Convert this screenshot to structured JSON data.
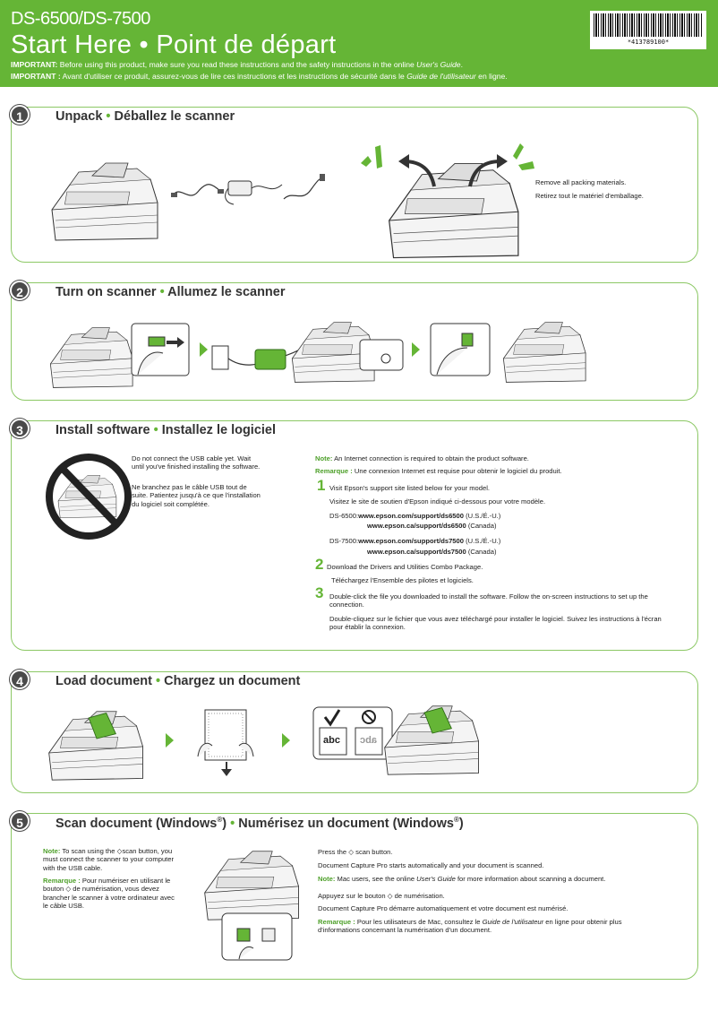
{
  "header": {
    "model": "DS-6500/DS-7500",
    "title": "Start Here • Point de départ",
    "important_en_label": "IMPORTANT:",
    "important_en_text": " Before using this product, make sure you read these instructions and the safety instructions in the online ",
    "important_en_guide": "User's Guide",
    "important_fr_label": "IMPORTANT :",
    "important_fr_text": " Avant d'utiliser ce produit, assurez-vous de lire ces instructions et les instructions de sécurité dans le ",
    "important_fr_guide": "Guide de l'utilisateur",
    "important_fr_end": " en ligne.",
    "barcode_number": "*413789100*"
  },
  "colors": {
    "brand_green": "#65b536",
    "border_green": "#8cc865",
    "badge_gray": "#4a4a4a"
  },
  "steps": [
    {
      "number": "1",
      "title_en": "Unpack",
      "title_fr": "Déballez le scanner",
      "text_en": "Remove all packing materials.",
      "text_fr": "Retirez tout le matériel d'emballage."
    },
    {
      "number": "2",
      "title_en": "Turn on scanner",
      "title_fr": "Allumez le scanner"
    },
    {
      "number": "3",
      "title_en": "Install software",
      "title_fr": "Installez le logiciel",
      "warn_en": "Do not connect the USB cable yet. Wait until you've finished installing the software.",
      "warn_fr": "Ne branchez pas le câble USB tout de suite. Patientez jusqu'à ce que l'installation du logiciel soit complétée.",
      "note_label": "Note:",
      "note_text": " An Internet connection is required to obtain the product software.",
      "remarque_label": "Remarque :",
      "remarque_text": " Une connexion Internet est requise pour obtenir le logiciel du produit.",
      "sub1_num": "1",
      "sub1_en": "Visit Epson's support site listed below for your model.",
      "sub1_fr": "Visitez le site de soutien d'Epson indiqué ci-dessous pour votre modèle.",
      "ds6500_label": "DS-6500:",
      "ds6500_us": "www.epson.com/support/ds6500",
      "ds6500_us_tag": " (U.S./É.-U.)",
      "ds6500_ca": "www.epson.ca/support/ds6500",
      "ds6500_ca_tag": " (Canada)",
      "ds7500_label": "DS-7500:",
      "ds7500_us": "www.epson.com/support/ds7500",
      "ds7500_us_tag": " (U.S./É.-U.)",
      "ds7500_ca": "www.epson.ca/support/ds7500",
      "ds7500_ca_tag": " (Canada)",
      "sub2_num": "2",
      "sub2_en": "Download the Drivers and Utilities Combo Package.",
      "sub2_fr": "Téléchargez l'Ensemble des pilotes et logiciels.",
      "sub3_num": "3",
      "sub3_en": "Double-click the file you downloaded to install the software. Follow the on-screen instructions to set up the connection.",
      "sub3_fr": "Double-cliquez sur le fichier que vous avez téléchargé pour installer le logiciel. Suivez les instructions à l'écran pour établir la connexion."
    },
    {
      "number": "4",
      "title_en": "Load document",
      "title_fr": "Chargez un document",
      "label_ok": "abc",
      "label_no": "abc"
    },
    {
      "number": "5",
      "title_en": "Scan document (Windows",
      "title_fr": "Numérisez un document (Windows",
      "reg": "®",
      "close": ")",
      "left_note_label": "Note:",
      "left_note_a": " To scan using the ",
      "left_note_b": "scan button, you must connect the scanner to your computer with the USB cable.",
      "left_rem_label": "Remarque :",
      "left_rem_a": " Pour numériser en utilisant le bouton ",
      "left_rem_b": " de numérisation, vous devez brancher le scanner à votre ordinateur avec le câble USB.",
      "press_a": "Press the ",
      "press_b": " scan button.",
      "dcp_en": "Document Capture Pro starts automatically and your document is scanned.",
      "mac_label": "Note:",
      "mac_a": " Mac users, see the online ",
      "mac_guide": "User's Guide",
      "mac_b": " for more information about scanning a document.",
      "appuyez_a": "Appuyez sur le bouton ",
      "appuyez_b": " de numérisation.",
      "dcp_fr": "Document Capture Pro démarre automatiquement et votre document est numérisé.",
      "rem_label": "Remarque :",
      "rem_a": " Pour les utilisateurs de Mac, consultez le ",
      "rem_guide": "Guide de l'utilisateur",
      "rem_b": " en ligne pour obtenir plus d'informations concernant la numérisation d'un document."
    }
  ]
}
